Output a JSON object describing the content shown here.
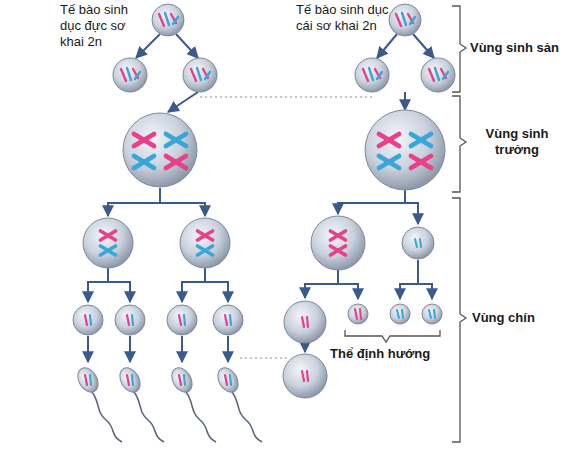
{
  "diagram": {
    "labels": [
      "Tế bào sinh dục đực sơ khai 2n",
      "Tế bào sinh dục cái sơ khai 2n",
      "Vùng sinh sản",
      "Vùng sinh trưởng",
      "Vùng chín",
      "Thể định hướng"
    ]
  }
}
